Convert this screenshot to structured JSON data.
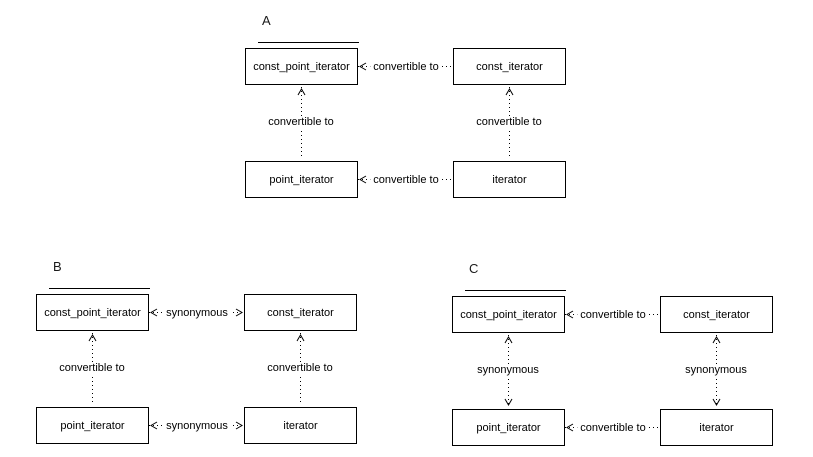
{
  "colors": {
    "line": "#000000",
    "text": "#000000",
    "background": "#ffffff"
  },
  "diagrams": [
    {
      "label": "A",
      "boxes": {
        "top_left": "const_point_iterator",
        "top_right": "const_iterator",
        "bottom_left": "point_iterator",
        "bottom_right": "iterator"
      },
      "edges": {
        "top": {
          "label": "convertible to",
          "direction": "left"
        },
        "bottom": {
          "label": "convertible to",
          "direction": "left"
        },
        "left": {
          "label": "convertible to",
          "direction": "up"
        },
        "right": {
          "label": "convertible to",
          "direction": "up"
        }
      }
    },
    {
      "label": "B",
      "boxes": {
        "top_left": "const_point_iterator",
        "top_right": "const_iterator",
        "bottom_left": "point_iterator",
        "bottom_right": "iterator"
      },
      "edges": {
        "top": {
          "label": "synonymous",
          "direction": "both"
        },
        "bottom": {
          "label": "synonymous",
          "direction": "both"
        },
        "left": {
          "label": "convertible to",
          "direction": "up"
        },
        "right": {
          "label": "convertible to",
          "direction": "up"
        }
      }
    },
    {
      "label": "C",
      "boxes": {
        "top_left": "const_point_iterator",
        "top_right": "const_iterator",
        "bottom_left": "point_iterator",
        "bottom_right": "iterator"
      },
      "edges": {
        "top": {
          "label": "convertible to",
          "direction": "left"
        },
        "bottom": {
          "label": "convertible to",
          "direction": "left"
        },
        "left": {
          "label": "synonymous",
          "direction": "both"
        },
        "right": {
          "label": "synonymous",
          "direction": "both"
        }
      }
    }
  ]
}
